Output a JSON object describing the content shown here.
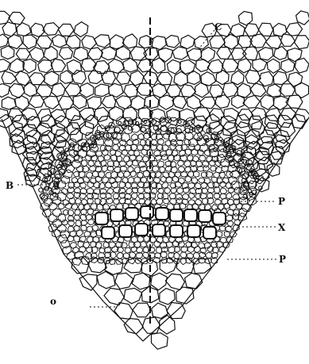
{
  "figure": {
    "labels": {
      "c": "C",
      "b": "B",
      "p_upper": "P",
      "x": "X",
      "p_lower": "P",
      "o": "o"
    }
  },
  "colors": {
    "ink": "#111111",
    "paper": "#ffffff"
  }
}
